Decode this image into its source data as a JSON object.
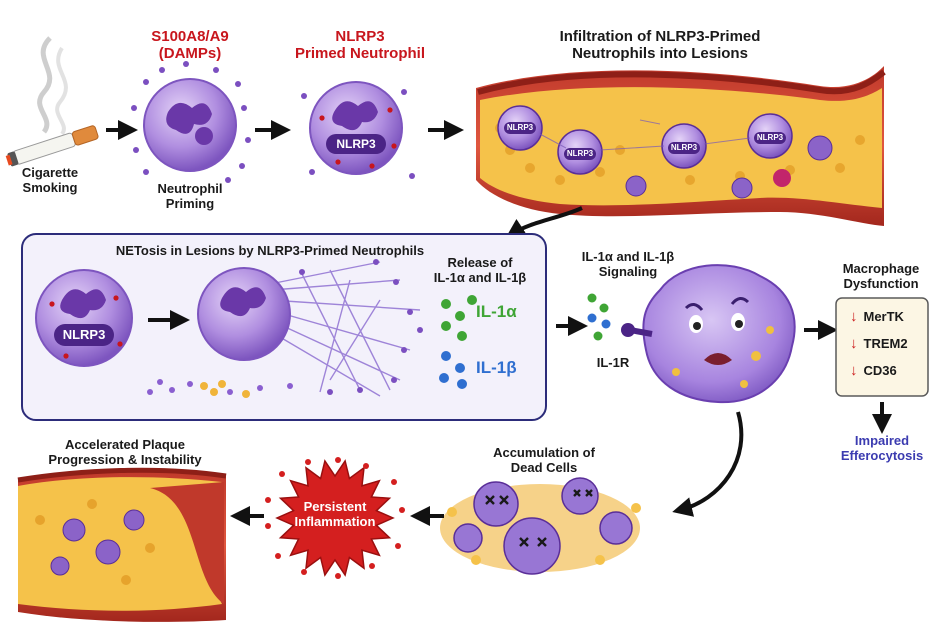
{
  "top": {
    "smoking_label": "Cigarette\nSmoking",
    "damps_title": "S100A8/A9\n(DAMPs)",
    "priming_label": "Neutrophil\nPriming",
    "primed_title": "NLRP3\nPrimed Neutrophil",
    "primed_cell_label": "NLRP3",
    "infiltration_title": "Infiltration of NLRP3-Primed\nNeutrophils into Lesions",
    "vessel_cell_label": "NLRP3"
  },
  "netosis": {
    "title": "NETosis in Lesions by NLRP3-Primed Neutrophils",
    "cell_label": "NLRP3",
    "release_title": "Release of\nIL-1α and IL-1β",
    "il1a": "IL-1α",
    "il1b": "IL-1β"
  },
  "signaling": {
    "title": "IL-1α and IL-1β\nSignaling",
    "receptor": "IL-1R"
  },
  "dysfunction": {
    "title": "Macrophage\nDysfunction",
    "markers": [
      "MerTK",
      "TREM2",
      "CD36"
    ],
    "arrow_glyph": "🡓",
    "result": "Impaired\nEfferocytosis"
  },
  "bottom": {
    "dead_cells_title": "Accumulation of\nDead Cells",
    "inflammation": "Persistent\nInflammation",
    "plaque_title": "Accelerated Plaque\nProgression & Instability"
  },
  "colors": {
    "title_red": "#c8161d",
    "cell_purple": "#9b6fd0",
    "nucleus": "#5a2e98",
    "il1a_green": "#3fa535",
    "il1b_blue": "#2f6fd0",
    "efferocytosis_blue": "#3b3bb0",
    "panel_border": "#2c2c7a"
  }
}
